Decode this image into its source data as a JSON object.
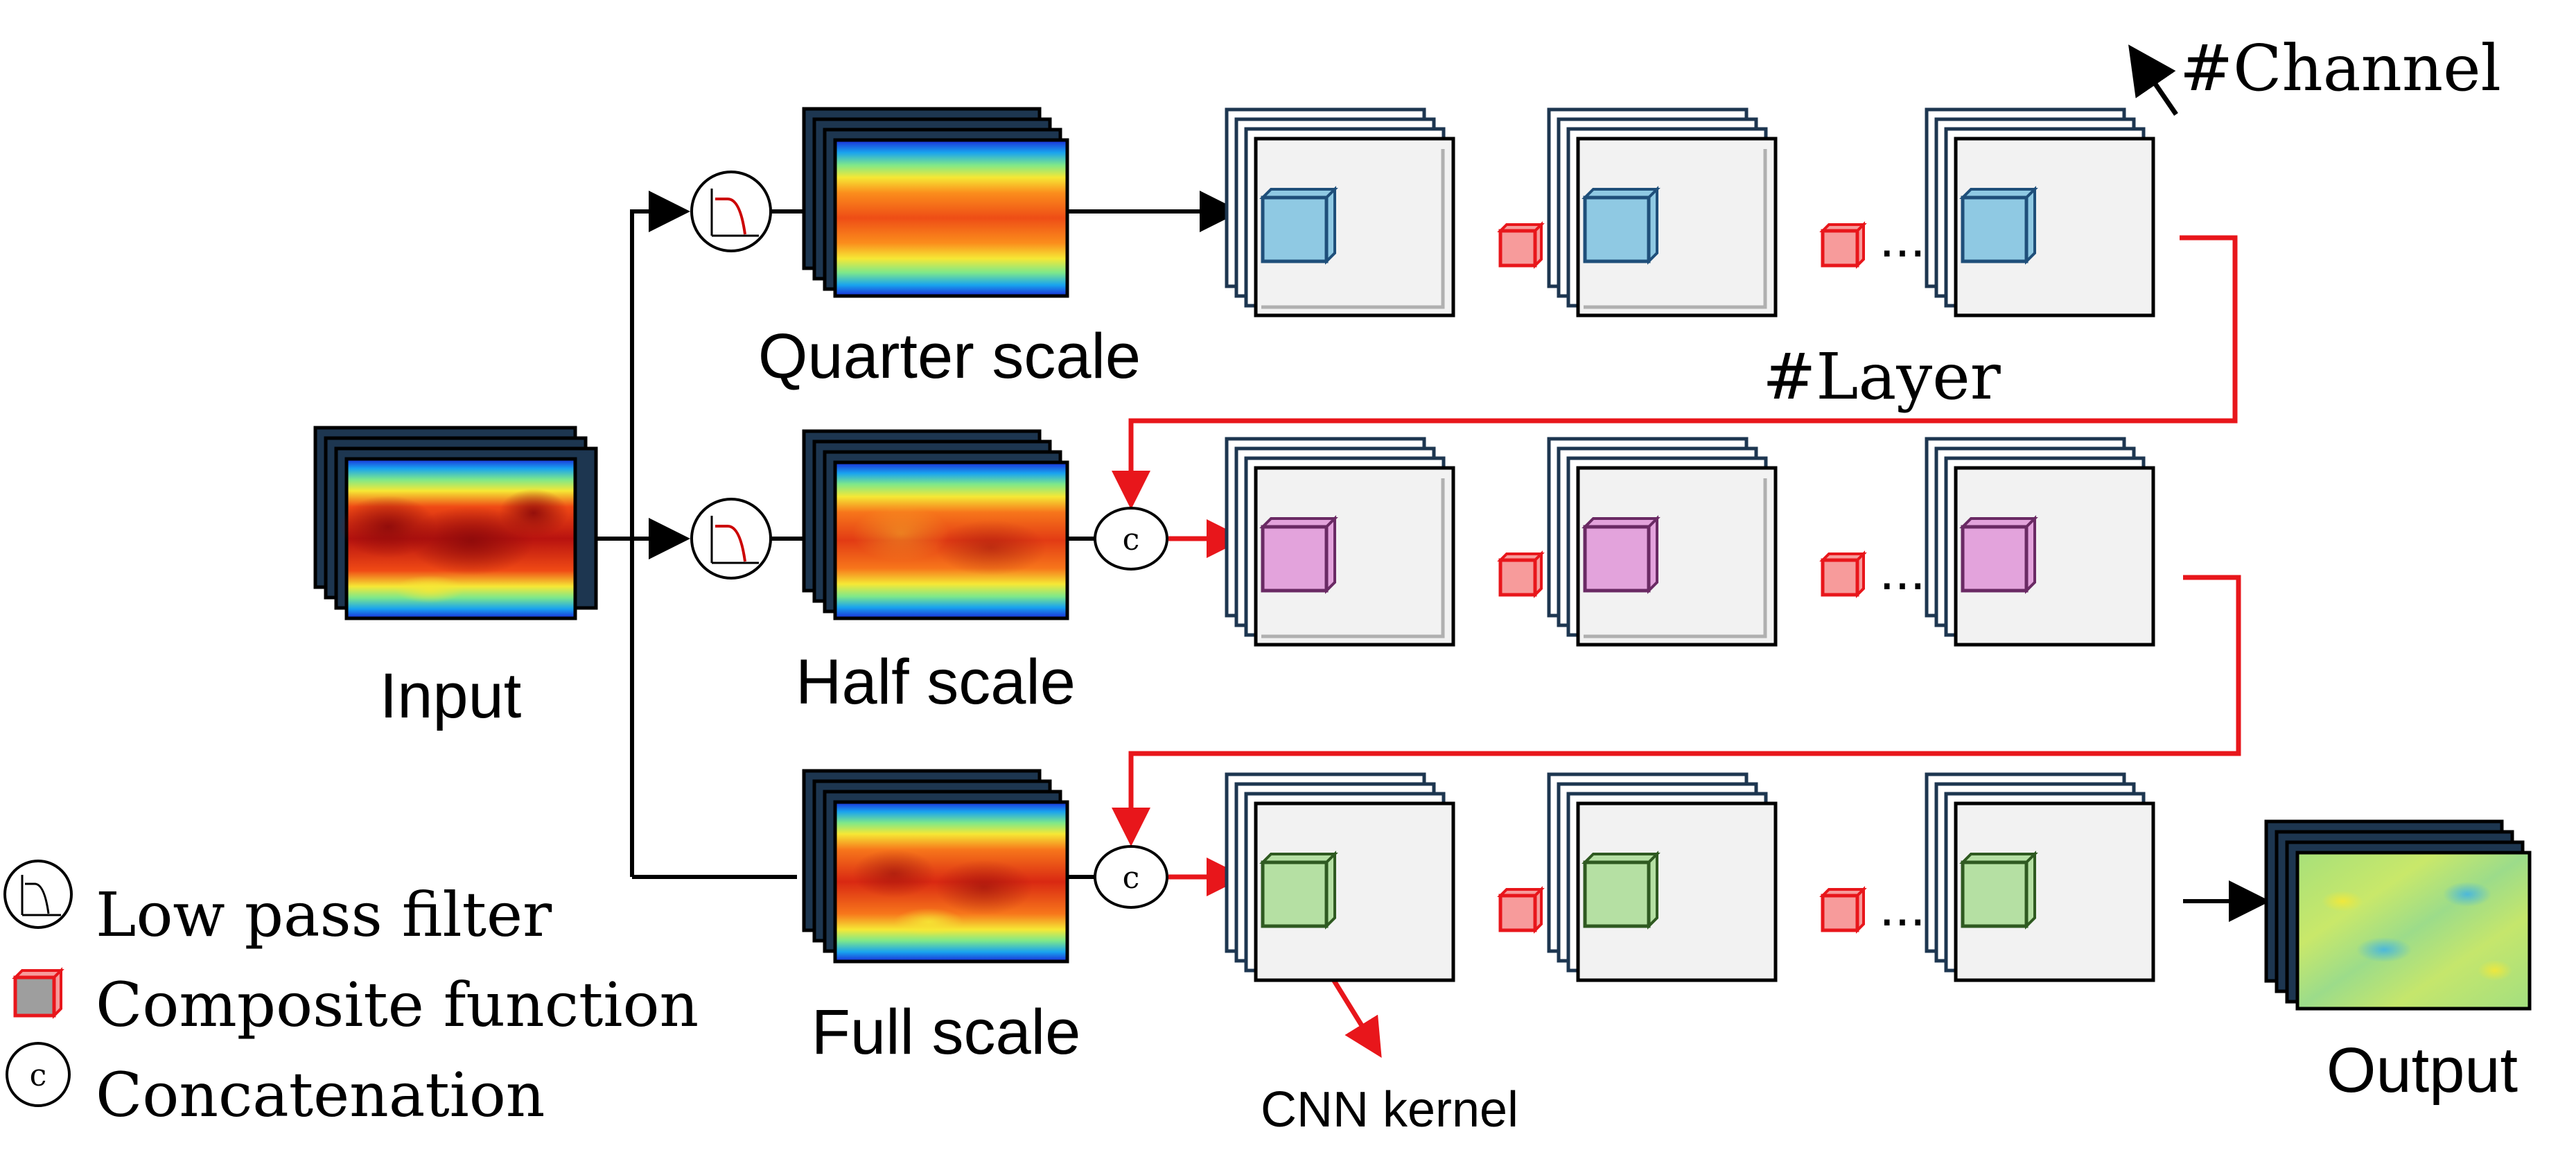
{
  "labels": {
    "input": "Input",
    "quarter": "Quarter scale",
    "half": "Half scale",
    "full": "Full scale",
    "output": "Output",
    "layer": "#Layer",
    "channel": "#Channel",
    "kernel": "CNN kernel",
    "ellipsis": "..."
  },
  "legend": {
    "low_pass": "Low pass filter",
    "composite": "Composite function",
    "concat": "Concatenation",
    "concat_symbol": "c"
  },
  "colors": {
    "arrow_black": "#000000",
    "arrow_red": "#e8161b",
    "kernel_quarter": "#8fc9e3",
    "kernel_half": "#e3a3dc",
    "kernel_full": "#b5e0a3",
    "composite_cube": "#f79b9b"
  }
}
